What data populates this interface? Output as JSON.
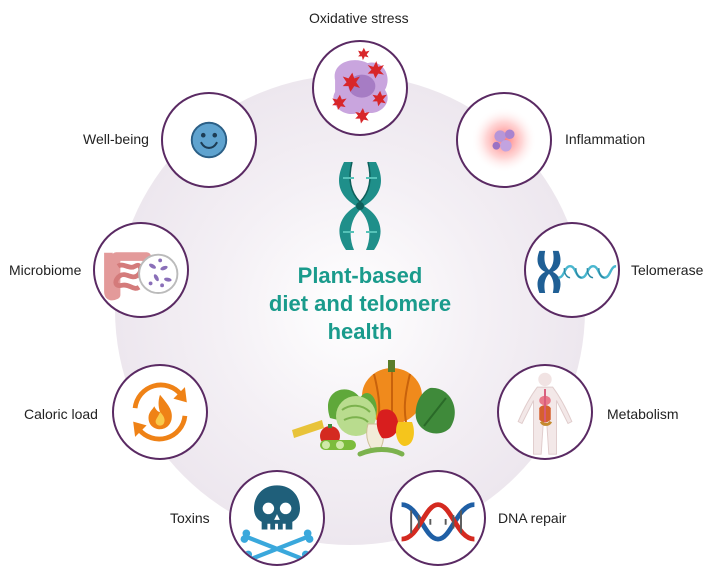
{
  "title": {
    "line1": "Plant-based",
    "line2": "diet and telomere",
    "line3": "health"
  },
  "nodes": [
    {
      "label": "Oxidative stress",
      "icon": "oxidative-stress-cell-icon"
    },
    {
      "label": "Inflammation",
      "icon": "inflammation-icon"
    },
    {
      "label": "Telomerase",
      "icon": "telomerase-chromosome-icon"
    },
    {
      "label": "Metabolism",
      "icon": "human-body-metabolism-icon"
    },
    {
      "label": "DNA repair",
      "icon": "dna-helix-icon"
    },
    {
      "label": "Toxins",
      "icon": "skull-crossbones-icon"
    },
    {
      "label": "Caloric load",
      "icon": "flame-cycle-icon"
    },
    {
      "label": "Microbiome",
      "icon": "intestine-bacteria-icon"
    },
    {
      "label": "Well-being",
      "icon": "smiley-face-icon"
    }
  ],
  "colors": {
    "title": "#1a9b8c",
    "node_border": "#5a2a63",
    "chromosome": "#1f8f8a"
  }
}
